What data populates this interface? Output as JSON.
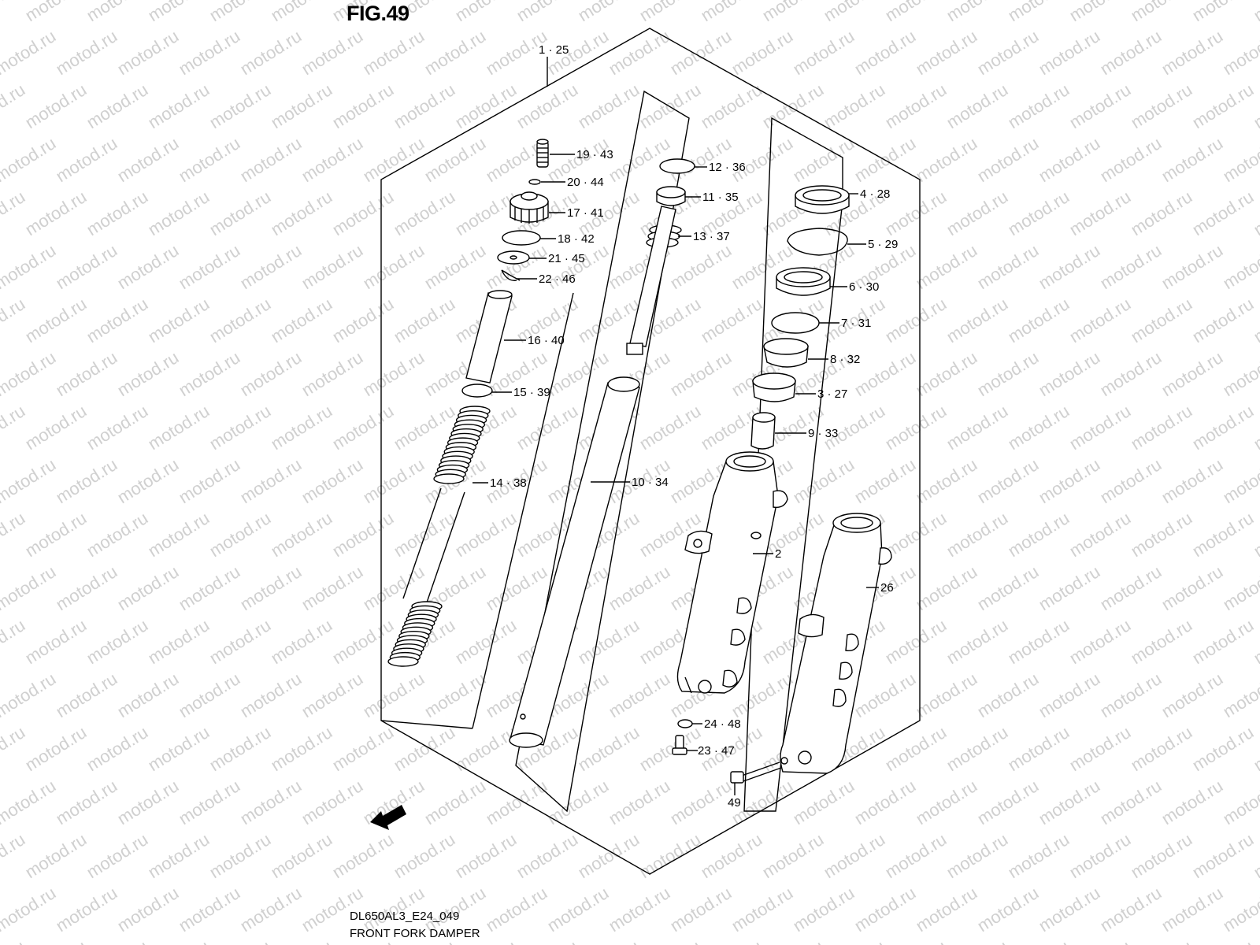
{
  "figure": {
    "title": "FIG.49",
    "model_code": "DL650AL3_E24_049",
    "name": "FRONT FORK DAMPER"
  },
  "watermark": "motod.ru",
  "direction_marker": "FWD",
  "callouts": {
    "c1": "1 · 25",
    "c2": "2",
    "c3": "3 · 27",
    "c4": "4 · 28",
    "c5": "5 · 29",
    "c6": "6 · 30",
    "c7": "7 · 31",
    "c8": "8 · 32",
    "c9": "9 · 33",
    "c10": "10 · 34",
    "c11": "11 · 35",
    "c12": "12 · 36",
    "c13": "13 · 37",
    "c14": "14 · 38",
    "c15": "15 · 39",
    "c16": "16 · 40",
    "c17": "17 · 41",
    "c18": "18 · 42",
    "c19": "19 · 43",
    "c20": "20 · 44",
    "c21": "21 · 45",
    "c22": "22 · 46",
    "c23": "23 · 47",
    "c24": "24 · 48",
    "c26": "26",
    "c49": "49"
  }
}
